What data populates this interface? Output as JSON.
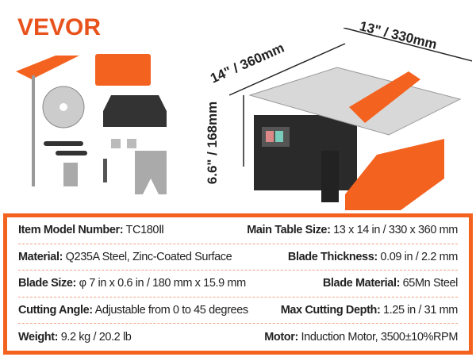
{
  "brand": {
    "logo": "VEVOR",
    "accent": "#f4621f"
  },
  "dimensions": {
    "width": "13\" / 330mm",
    "depth": "14\" / 360mm",
    "height": "6.6\" / 168mm"
  },
  "specs": [
    {
      "left": {
        "key": "Item Model Number:",
        "value": " TC180Ⅱ"
      },
      "right": {
        "key": "Main Table Size:",
        "value": " 13 x 14 in / 330 x 360 mm"
      }
    },
    {
      "left": {
        "key": "Material:",
        "value": " Q235A Steel, Zinc-Coated Surface"
      },
      "right": {
        "key": "Blade Thickness:",
        "value": " 0.09 in / 2.2 mm"
      }
    },
    {
      "left": {
        "key": "Blade Size:",
        "value": " φ 7 in x 0.6 in / 180 mm x 15.9 mm"
      },
      "right": {
        "key": "Blade Material:",
        "value": " 65Mn Steel"
      }
    },
    {
      "left": {
        "key": "Cutting Angle:",
        "value": " Adjustable from 0 to 45 degrees"
      },
      "right": {
        "key": "Max Cutting Depth:",
        "value": " 1.25 in / 31 mm"
      }
    },
    {
      "left": {
        "key": "Weight:",
        "value": " 9.2 kg / 20.2 lb"
      },
      "right": {
        "key": "Motor:",
        "value": " Induction Motor, 3500±10%RPM"
      }
    }
  ]
}
